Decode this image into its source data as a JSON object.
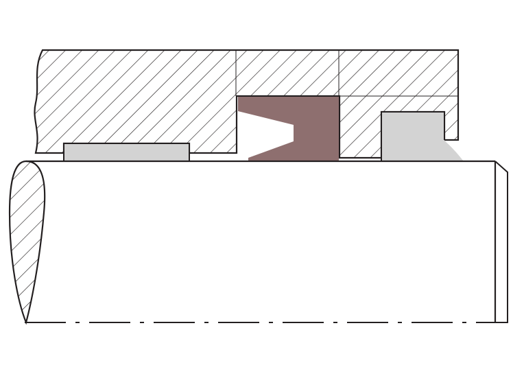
{
  "diagram": {
    "kind": "rod-seal-cross-section",
    "colors": {
      "background": "#ffffff",
      "outline": "#231f20",
      "hatch": "#231f20",
      "seal_lip": "#8e6f6f",
      "guide_strip": "#d3d3d3",
      "wiper": "#d3d3d3",
      "rod_fill": "#ffffff"
    },
    "parts": [
      "housing",
      "guide-strip",
      "lip-seal",
      "wiper-seal",
      "piston-rod",
      "rod-break-section",
      "centerline"
    ]
  }
}
